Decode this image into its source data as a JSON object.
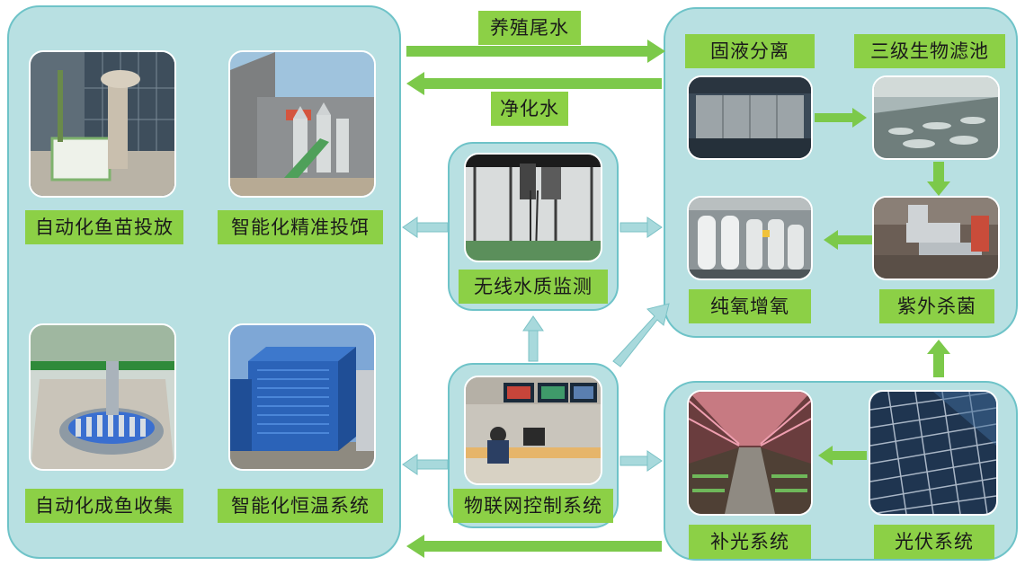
{
  "flows": {
    "tail_water": "养殖尾水",
    "purified_water": "净化水"
  },
  "left_panel": {
    "fry_release": "自动化鱼苗投放",
    "precision_feeding": "智能化精准投饵",
    "fish_harvest": "自动化成鱼收集",
    "thermostat_system": "智能化恒温系统"
  },
  "center": {
    "water_monitoring": "无线水质监测",
    "iot_control": "物联网控制系统"
  },
  "treatment_panel": {
    "solid_liquid_separation": "固液分离",
    "bio_filter": "三级生物滤池",
    "oxygenation": "纯氧增氧",
    "uv_sterilization": "紫外杀菌"
  },
  "energy_panel": {
    "supplement_light": "补光系统",
    "photovoltaic": "光伏系统"
  },
  "colors": {
    "panel_fill": "#b8e0e2",
    "panel_border": "#6ec3c8",
    "label_green": "#8cd046",
    "arrow_green": "#7cc94a",
    "arrow_light": "#a8d9dc"
  }
}
